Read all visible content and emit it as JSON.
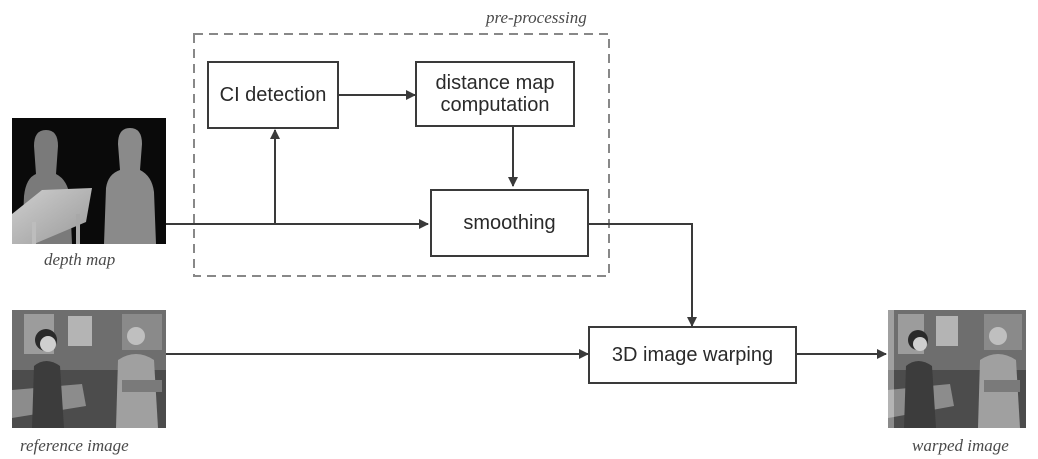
{
  "diagram": {
    "group_label": "pre-processing",
    "nodes": {
      "ci_detection": "CI detection",
      "distance_map": [
        "distance map",
        "computation"
      ],
      "smoothing": "smoothing",
      "warping": "3D image warping"
    },
    "captions": {
      "depth_map": "depth map",
      "reference_image": "reference image",
      "warped_image": "warped image"
    },
    "edges": [
      {
        "from": "depth map",
        "to": "smoothing"
      },
      {
        "from": "depth map",
        "to": "CI detection"
      },
      {
        "from": "CI detection",
        "to": "distance map computation"
      },
      {
        "from": "distance map computation",
        "to": "smoothing"
      },
      {
        "from": "smoothing",
        "to": "3D image warping"
      },
      {
        "from": "reference image",
        "to": "3D image warping"
      },
      {
        "from": "3D image warping",
        "to": "warped image"
      }
    ]
  },
  "colors": {
    "stroke": "#3a3a3a",
    "dashed_border": "#888888",
    "caption_text": "#4a4a4a"
  }
}
